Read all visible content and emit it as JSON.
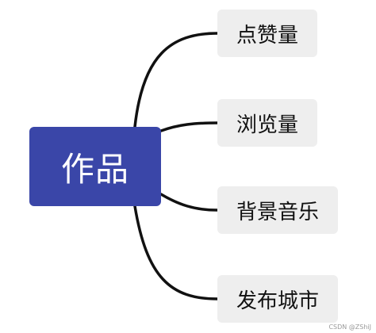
{
  "colors": {
    "root_fill": "#3a46a8",
    "child_fill": "#eeeeee",
    "edge": "#111111"
  },
  "mindmap": {
    "root": {
      "label": "作品"
    },
    "children": [
      {
        "label": "点赞量"
      },
      {
        "label": "浏览量"
      },
      {
        "label": "背景音乐"
      },
      {
        "label": "发布城市"
      }
    ]
  },
  "watermark": "CSDN @ZShiJ"
}
